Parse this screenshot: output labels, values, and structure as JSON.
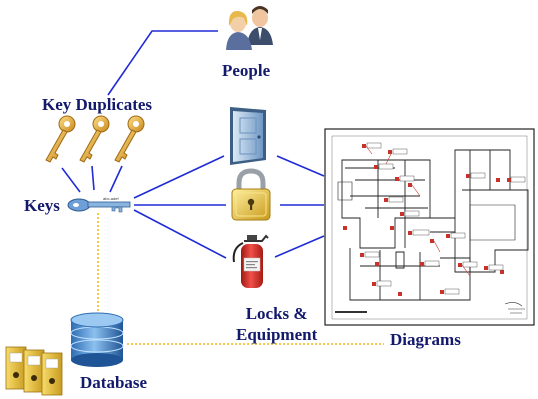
{
  "labels": {
    "people": "People",
    "key_duplicates": "Key Duplicates",
    "keys": "Keys",
    "locks_line1": "Locks &",
    "locks_line2": "Equipment",
    "diagrams": "Diagrams",
    "database": "Database"
  },
  "icons": {
    "people": "people-icon",
    "duplicate_keys": "gold-key-icon",
    "master_key": "blue-key-icon",
    "door": "door-icon",
    "padlock": "padlock-icon",
    "extinguisher": "fire-extinguisher-icon",
    "database": "database-icon",
    "binders": "binder-folders-icon",
    "floor_plan": "floor-plan-diagram"
  },
  "colors": {
    "connector": "#1f2bd6",
    "label_text": "#13196b",
    "dotted_link": "#f2c230",
    "key_gold": "#e0a21e",
    "key_blue": "#6e9fd6",
    "padlock_gold": "#e6c33a",
    "extinguisher_red": "#d62a24",
    "door_blue": "#8fb5d9",
    "database_blue": "#3d7dc4",
    "binder_yellow": "#e9c23b"
  }
}
